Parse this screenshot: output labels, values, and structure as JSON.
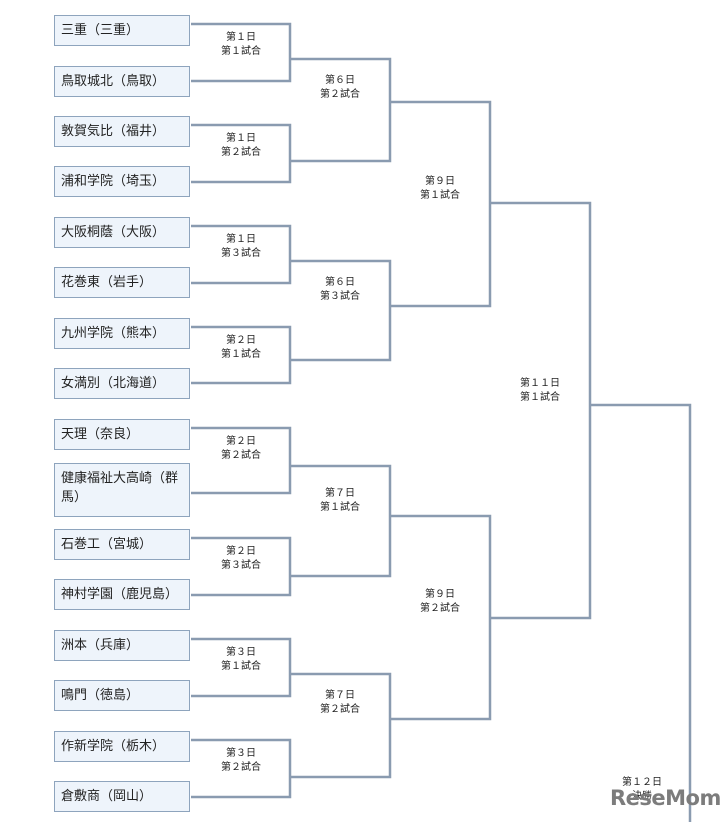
{
  "teams": [
    "三重（三重）",
    "鳥取城北（鳥取）",
    "敦賀気比（福井）",
    "浦和学院（埼玉）",
    "大阪桐蔭（大阪）",
    "花巻東（岩手）",
    "九州学院（熊本）",
    "女満別（北海道）",
    "天理（奈良）",
    "健康福祉大高崎（群馬）",
    "石巻工（宮城）",
    "神村学園（鹿児島）",
    "洲本（兵庫）",
    "鳴門（徳島）",
    "作新学院（栃木）",
    "倉敷商（岡山）"
  ],
  "matches": [
    {
      "day": "第１日",
      "game": "第１試合"
    },
    {
      "day": "第１日",
      "game": "第２試合"
    },
    {
      "day": "第１日",
      "game": "第３試合"
    },
    {
      "day": "第２日",
      "game": "第１試合"
    },
    {
      "day": "第２日",
      "game": "第２試合"
    },
    {
      "day": "第２日",
      "game": "第３試合"
    },
    {
      "day": "第３日",
      "game": "第１試合"
    },
    {
      "day": "第３日",
      "game": "第２試合"
    },
    {
      "day": "第６日",
      "game": "第２試合"
    },
    {
      "day": "第６日",
      "game": "第３試合"
    },
    {
      "day": "第７日",
      "game": "第１試合"
    },
    {
      "day": "第７日",
      "game": "第２試合"
    },
    {
      "day": "第９日",
      "game": "第１試合"
    },
    {
      "day": "第９日",
      "game": "第２試合"
    },
    {
      "day": "第１１日",
      "game": "第１試合"
    },
    {
      "day": "第１２日",
      "game": "決勝"
    }
  ],
  "logo": "ReseMom",
  "colors": {
    "line": "#8a9bb0",
    "team_bg": "#eef4fb",
    "team_border": "#8ea4bd"
  }
}
